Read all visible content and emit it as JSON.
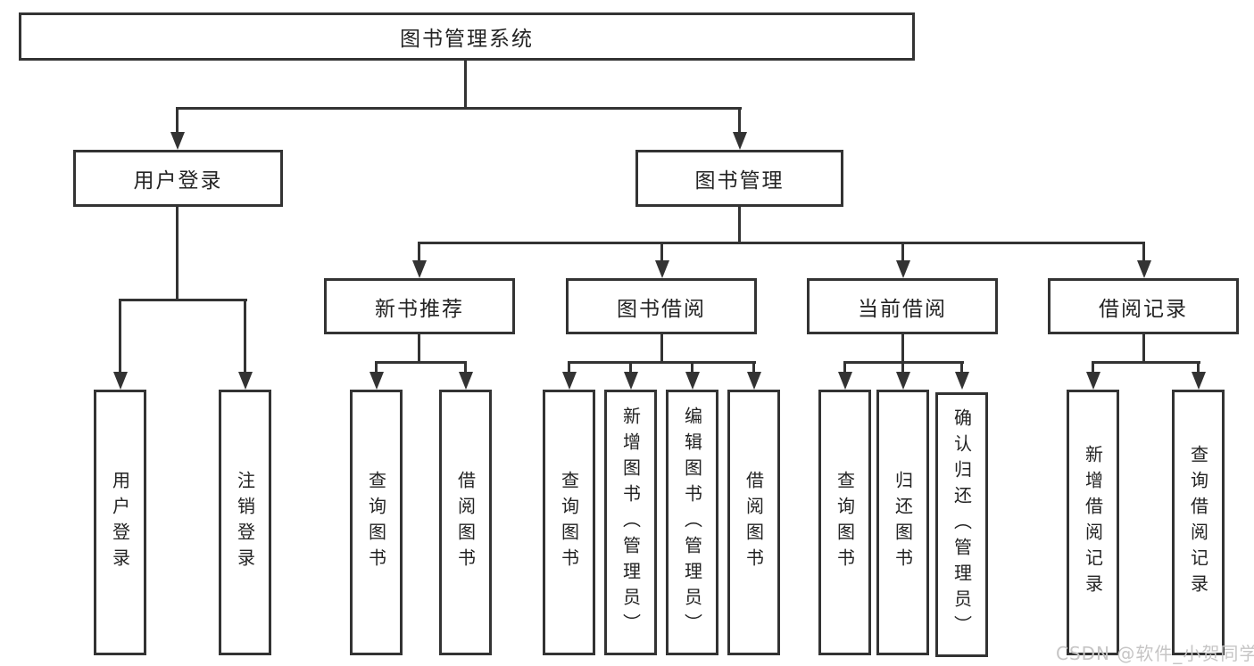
{
  "title": "图书管理系统",
  "nodes": {
    "root": "图书管理系统",
    "user_login": "用户登录",
    "book_mgmt": "图书管理",
    "new_book_rec": "新书推荐",
    "book_borrow": "图书借阅",
    "current_borrow": "当前借阅",
    "borrow_records": "借阅记录"
  },
  "leaves": {
    "user": [
      "用户登录",
      "注销登录"
    ],
    "new_book": [
      "查询图书",
      "借阅图书"
    ],
    "borrow": [
      "查询图书",
      "新增图书（管理员）",
      "编辑图书（管理员）",
      "借阅图书"
    ],
    "current": [
      "查询图书",
      "归还图书",
      "确认归还（管理员）"
    ],
    "records": [
      "新增借阅记录",
      "查询借阅记录"
    ]
  },
  "watermark": "CSDN @软件_小贺同学",
  "colors": {
    "line": "#333333",
    "text": "#232323",
    "watermark": "#c6c5c5",
    "background": "#ffffff"
  }
}
